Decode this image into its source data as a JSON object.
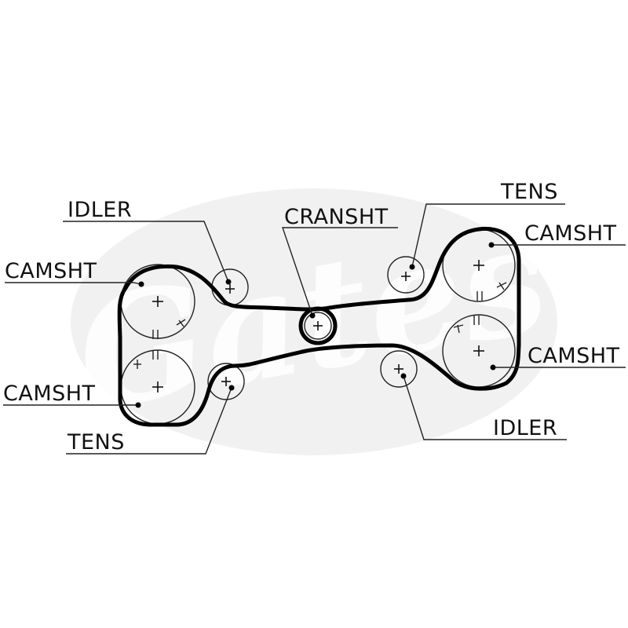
{
  "diagram": {
    "labels": {
      "idler_left": "IDLER",
      "camshaft_top_left": "CAMSHT",
      "camshaft_bottom_left": "CAMSHT",
      "tensioner_left": "TENS",
      "crankshaft": "CRANSHT",
      "tensioner_right": "TENS",
      "camshaft_top_right": "CAMSHT",
      "camshaft_bottom_right": "CAMSHT",
      "idler_right": "IDLER"
    },
    "watermark_logo": "Gates",
    "colors": {
      "line": "#000000",
      "watermark": "#e6e6e6",
      "background": "#ffffff"
    }
  }
}
